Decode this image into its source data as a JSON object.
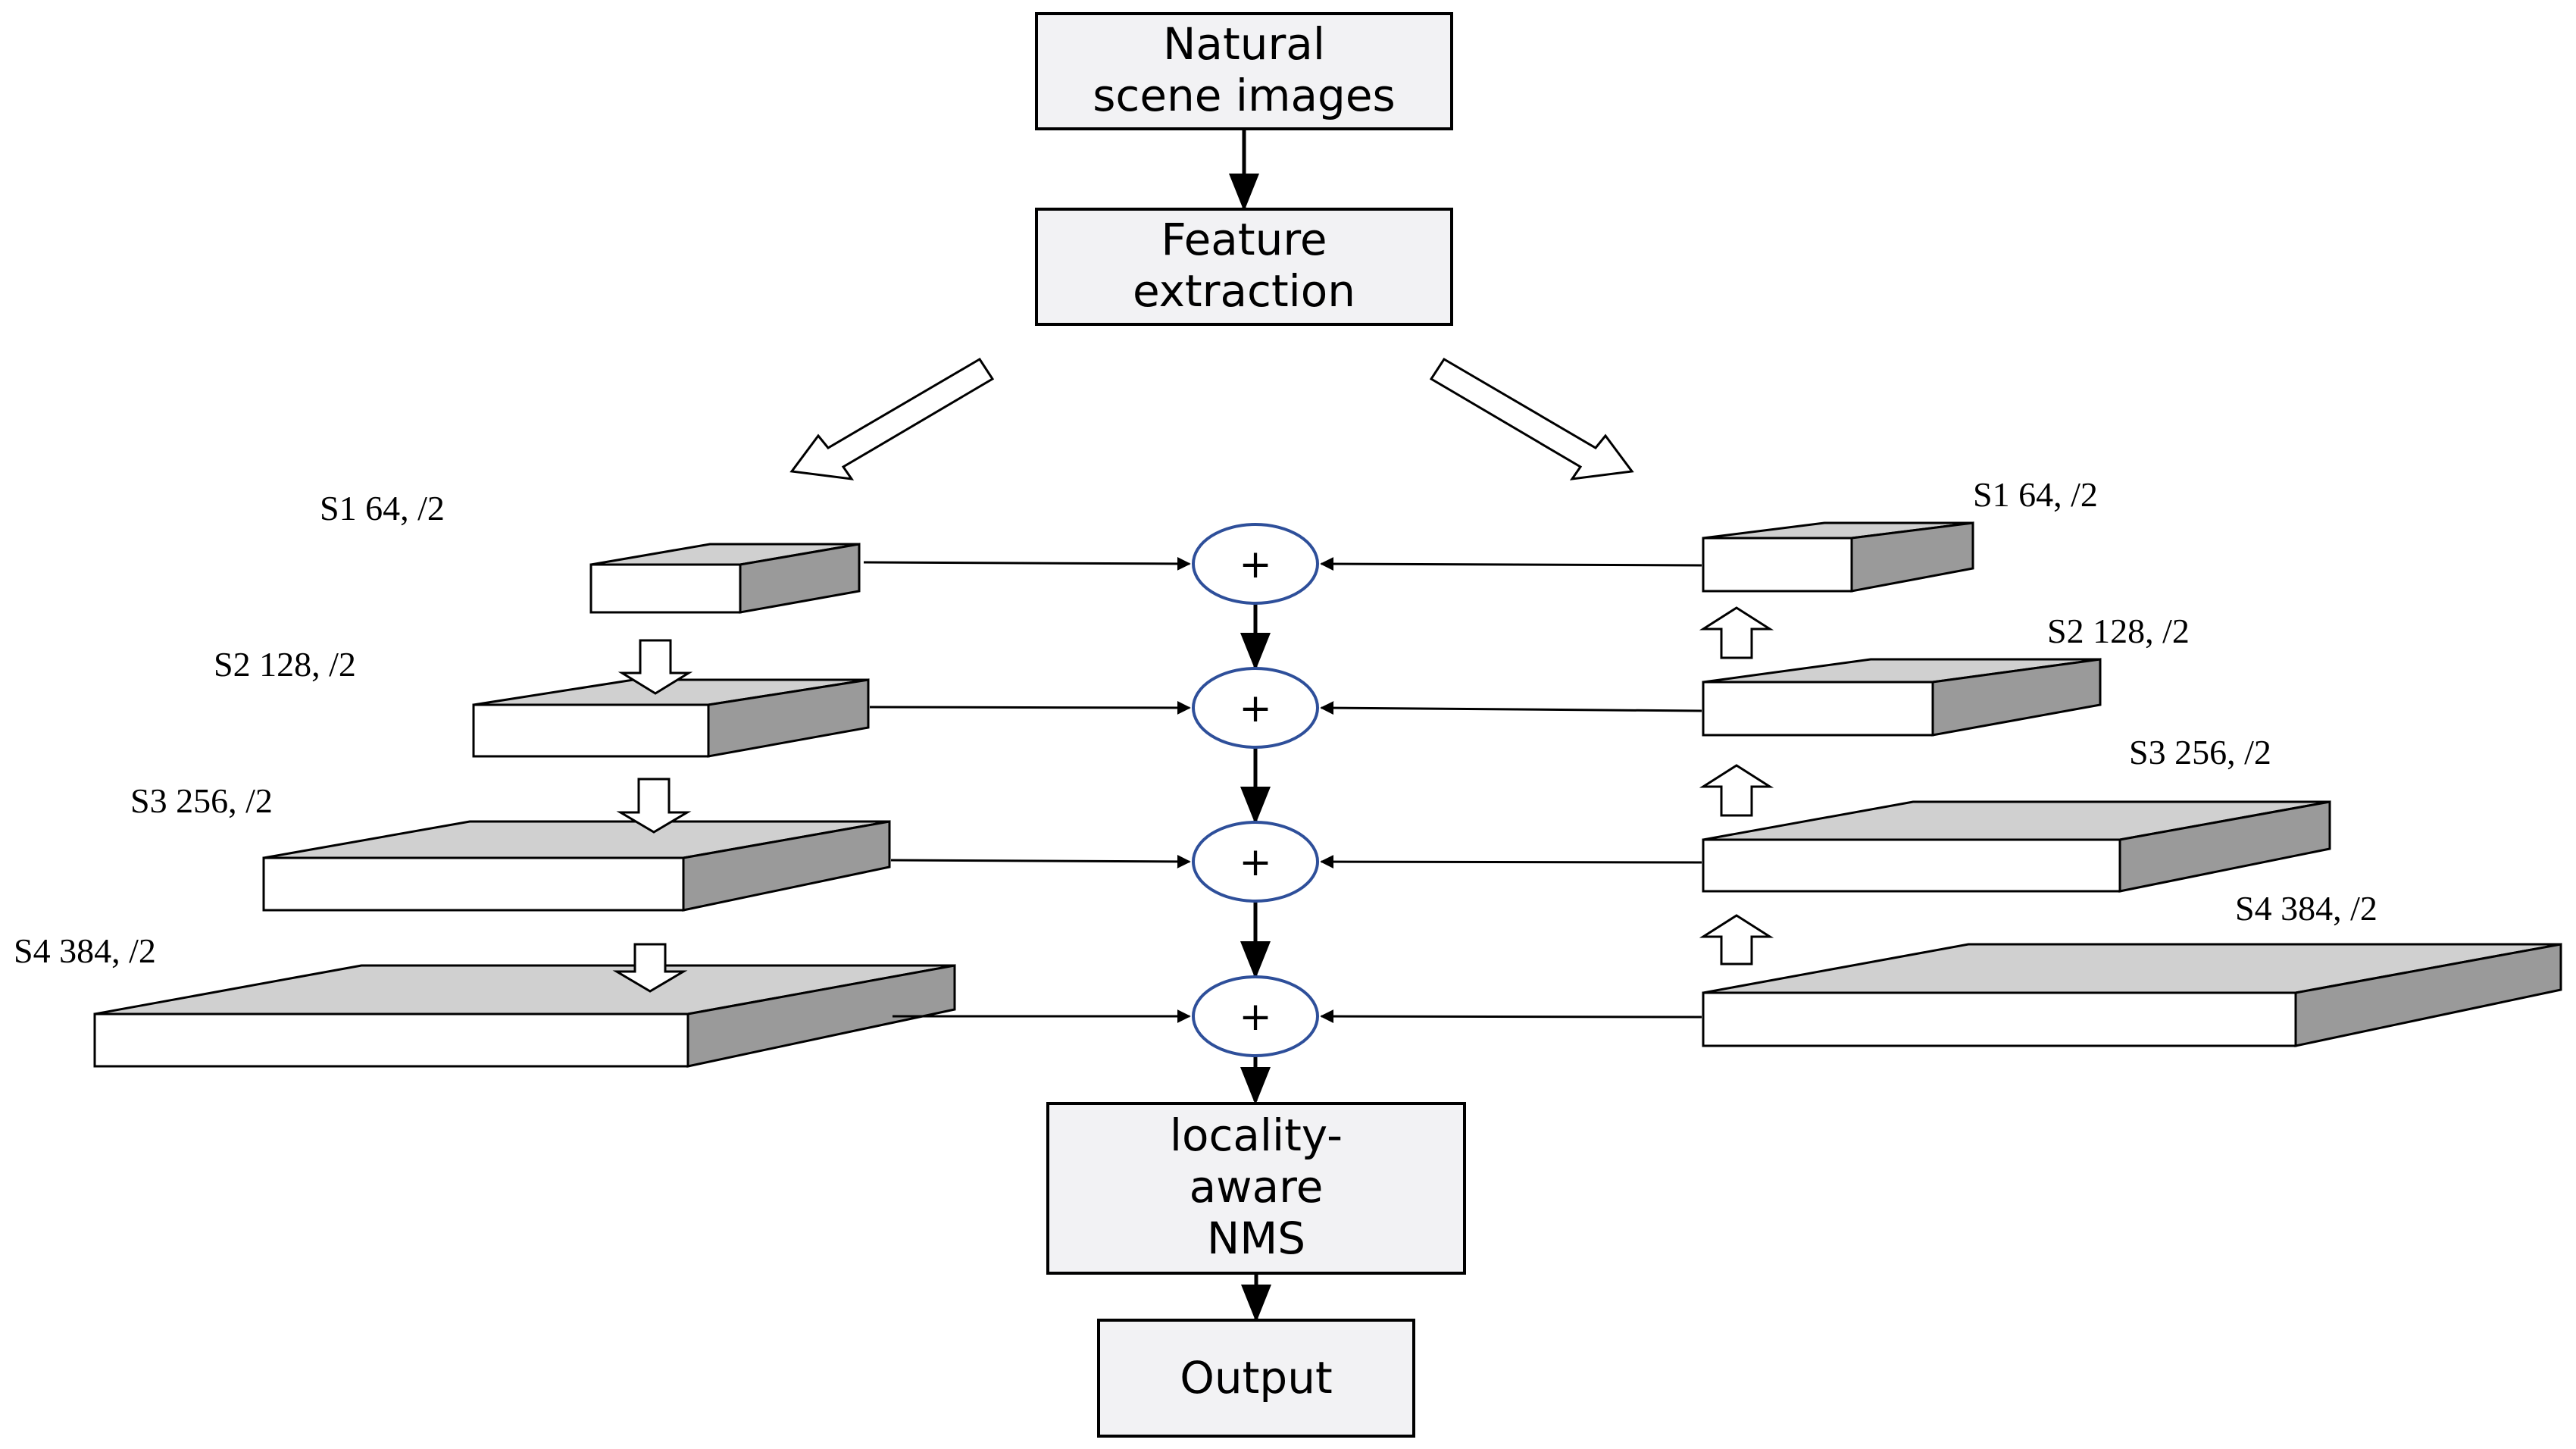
{
  "boxes": {
    "input": [
      "Natural",
      "scene images"
    ],
    "feature": [
      "Feature",
      "extraction"
    ],
    "nms": [
      "locality-",
      "aware",
      "NMS"
    ],
    "output": [
      "Output"
    ]
  },
  "left_stages": [
    "S1  64, /2",
    "S2  128, /2",
    "S3  256, /2",
    "S4  384, /2"
  ],
  "right_stages": [
    "S1  64, /2",
    "S2  128, /2",
    "S3  256, /2",
    "S4  384, /2"
  ],
  "merge_symbol": "+",
  "colors": {
    "box_fill": "#f2f2f4",
    "slab_top": "#d0d0d0",
    "slab_side": "#9a9a9a",
    "circle_stroke": "#2e4f9a"
  }
}
